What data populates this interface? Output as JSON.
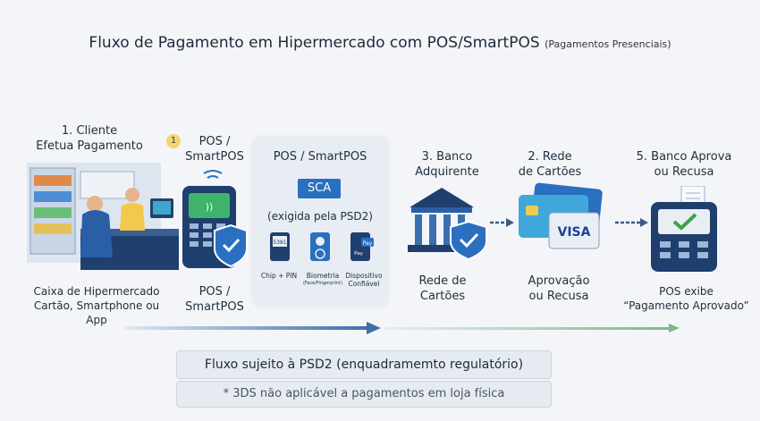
{
  "title": "Fluxo de Pagamento em Hipermercado com POS/SmartPOS",
  "subtitle": "(Pagamentos Presenciais)",
  "step1": {
    "line1": "1. Cliente",
    "line2": "Efetua Pagamento"
  },
  "step1_caption": {
    "line1": "Caixa de Hipermercado",
    "line2": "Cartão, Smartphone ou",
    "line3": "App"
  },
  "pos_top": {
    "badge": "1",
    "line1": "POS /",
    "line2": "SmartPOS"
  },
  "pos_bottom": {
    "line1": "POS /",
    "line2": "SmartPOS"
  },
  "panel": {
    "title": "POS / SmartPOS",
    "sca": "SCA",
    "psd2": "(exigida pela PSD2)",
    "methods": [
      {
        "label": "Chip + PIN",
        "sub": ""
      },
      {
        "label": "Biometria",
        "sub": "(Face/Fingerprint)"
      },
      {
        "label": "Dispositivo",
        "sub": "Confiável"
      }
    ],
    "device_texts": {
      "chip": "5381",
      "pay": "Pay",
      "applepay": "Pay"
    }
  },
  "step3": {
    "line1": "3. Banco",
    "line2": "Adquirente"
  },
  "step3_caption": {
    "line1": "Rede de",
    "line2": "Cartões"
  },
  "step2": {
    "line1": "2. Rede",
    "line2": "de Cartões"
  },
  "step2_caption": {
    "line1": "Aprovação",
    "line2": "ou Recusa"
  },
  "card_brand": "VISA",
  "step5": {
    "line1": "5. Banco Aprova",
    "line2": "ou Recusa"
  },
  "step5_caption": {
    "line1": "POS exibe",
    "line2": "“Pagamento Aprovado”"
  },
  "note_main": "Fluxo sujeito à PSD2 (enquadramemto regulatório)",
  "note_sub": "* 3DS não aplicável a pagamentos em loja física",
  "colors": {
    "accent": "#2a6fc0",
    "navy": "#1f3f6e",
    "green": "#3aa34a",
    "arrow": "#3c5c85"
  }
}
